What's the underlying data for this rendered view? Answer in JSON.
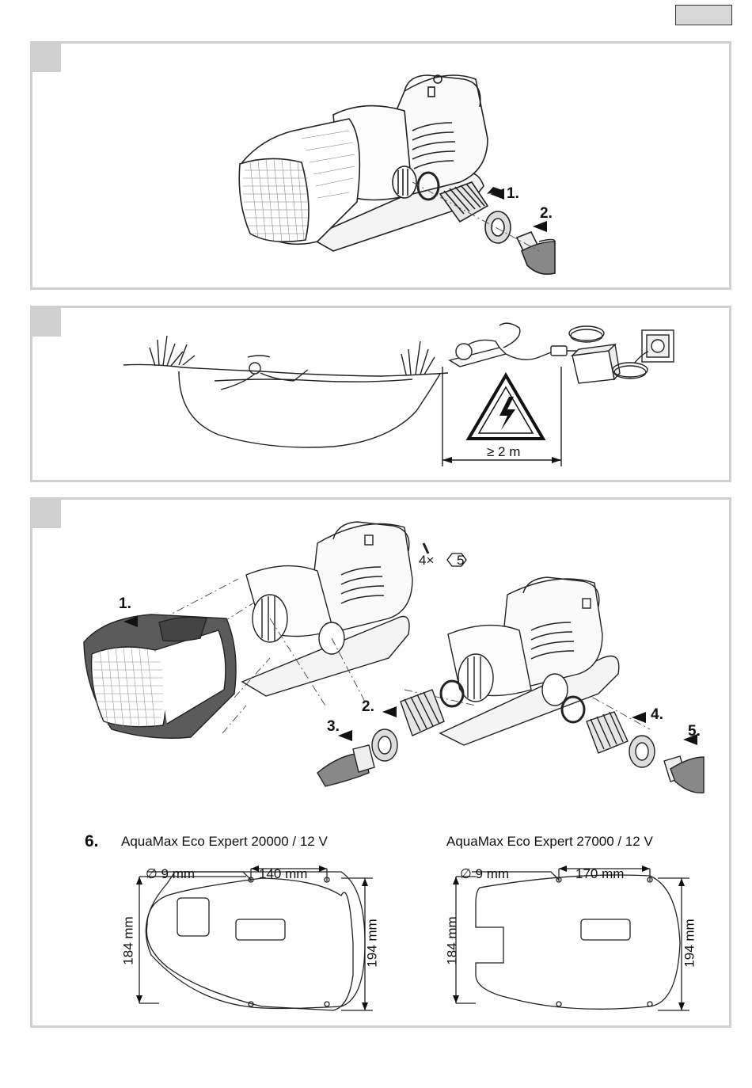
{
  "panel1": {
    "steps": [
      "1.",
      "2."
    ]
  },
  "panel2": {
    "distance_label": "≥ 2 m"
  },
  "panel3": {
    "screw_count": "4×",
    "wrench_size": "5",
    "steps": [
      "1.",
      "2.",
      "3.",
      "4.",
      "5."
    ],
    "step6": "6.",
    "model_a": {
      "name": "AquaMax Eco Expert 20000 / 12 V",
      "hole": "∅ 9 mm",
      "spacing": "140 mm",
      "height_left": "184 mm",
      "height_right": "194 mm"
    },
    "model_b": {
      "name": "AquaMax Eco Expert 27000 / 12 V",
      "hole": "∅ 9 mm",
      "spacing": "170 mm",
      "height_left": "184 mm",
      "height_right": "194 mm"
    }
  }
}
